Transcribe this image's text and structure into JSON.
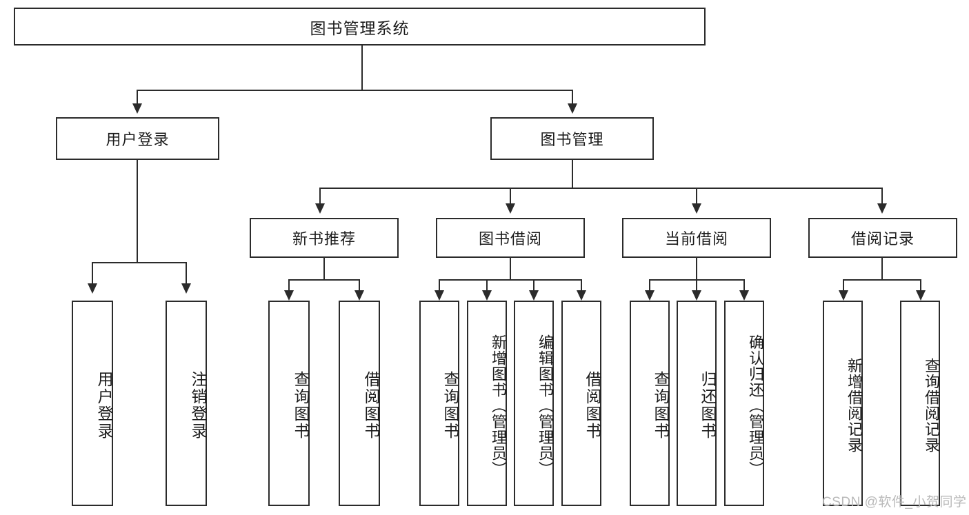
{
  "diagram": {
    "title_root": "图书管理系统",
    "level2": [
      {
        "label": "用户登录"
      },
      {
        "label": "图书管理"
      }
    ],
    "level3": [
      {
        "label": "新书推荐"
      },
      {
        "label": "图书借阅"
      },
      {
        "label": "当前借阅"
      },
      {
        "label": "借阅记录"
      }
    ],
    "leaves": {
      "user_login": [
        {
          "label": "用户登录"
        },
        {
          "label": "注销登录"
        }
      ],
      "new_book": [
        {
          "label": "查询图书"
        },
        {
          "label": "借阅图书"
        }
      ],
      "book_borrow": [
        {
          "label": "查询图书"
        },
        {
          "label": "新增图书（管理员）"
        },
        {
          "label": "编辑图书（管理员）"
        },
        {
          "label": "借阅图书"
        }
      ],
      "current_borrow": [
        {
          "label": "查询图书"
        },
        {
          "label": "归还图书"
        },
        {
          "label": "确认归还（管理员）"
        }
      ],
      "borrow_record": [
        {
          "label": "新增借阅记录"
        },
        {
          "label": "查询借阅记录"
        }
      ]
    }
  },
  "watermark": {
    "text": "CSDN @软件_小贺同学"
  },
  "colors": {
    "border": "#2b2b2b",
    "text": "#1b1b1b",
    "background": "#ffffff",
    "watermark": "#b9b9b9"
  }
}
